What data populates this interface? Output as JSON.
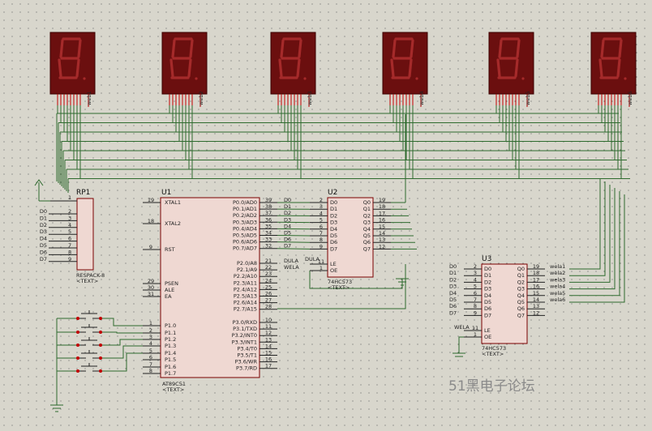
{
  "displays": [
    {
      "label": "web1"
    },
    {
      "label": "web2"
    },
    {
      "label": "web3"
    },
    {
      "label": "web4"
    },
    {
      "label": "web5"
    },
    {
      "label": "web6"
    }
  ],
  "resistor_pack": {
    "ref": "RP1",
    "value": "RESPACK-8",
    "text": "<TEXT>",
    "pin1": "1",
    "pins": [
      "2",
      "3",
      "4",
      "5",
      "6",
      "7",
      "8",
      "9"
    ],
    "nets": [
      "D0",
      "D1",
      "D2",
      "D3",
      "D4",
      "D5",
      "D6",
      "D7"
    ]
  },
  "mcu": {
    "ref": "U1",
    "value": "AT89C51",
    "text": "<TEXT>",
    "left_pins": [
      {
        "num": "19",
        "name": "XTAL1"
      },
      {
        "num": "18",
        "name": "XTAL2"
      },
      {
        "num": "9",
        "name": "RST"
      },
      {
        "num": "29",
        "name": "PSEN"
      },
      {
        "num": "30",
        "name": "ALE"
      },
      {
        "num": "31",
        "name": "EA"
      },
      {
        "num": "1",
        "name": "P1.0"
      },
      {
        "num": "2",
        "name": "P1.1"
      },
      {
        "num": "3",
        "name": "P1.2"
      },
      {
        "num": "4",
        "name": "P1.3"
      },
      {
        "num": "5",
        "name": "P1.4"
      },
      {
        "num": "6",
        "name": "P1.5"
      },
      {
        "num": "7",
        "name": "P1.6"
      },
      {
        "num": "8",
        "name": "P1.7"
      }
    ],
    "right_pins": [
      {
        "num": "39",
        "name": "P0.0/AD0",
        "net": "D0"
      },
      {
        "num": "38",
        "name": "P0.1/AD1",
        "net": "D1"
      },
      {
        "num": "37",
        "name": "P0.2/AD2",
        "net": "D2"
      },
      {
        "num": "36",
        "name": "P0.3/AD3",
        "net": "D3"
      },
      {
        "num": "35",
        "name": "P0.4/AD4",
        "net": "D4"
      },
      {
        "num": "34",
        "name": "P0.5/AD5",
        "net": "D5"
      },
      {
        "num": "33",
        "name": "P0.6/AD6",
        "net": "D6"
      },
      {
        "num": "32",
        "name": "P0.7/AD7",
        "net": "D7"
      },
      {
        "num": "21",
        "name": "P2.0/A8",
        "net": "DULA"
      },
      {
        "num": "22",
        "name": "P2.1/A9",
        "net": "WELA"
      },
      {
        "num": "23",
        "name": "P2.2/A10",
        "net": ""
      },
      {
        "num": "24",
        "name": "P2.3/A11",
        "net": ""
      },
      {
        "num": "25",
        "name": "P2.4/A12",
        "net": ""
      },
      {
        "num": "26",
        "name": "P2.5/A13",
        "net": ""
      },
      {
        "num": "27",
        "name": "P2.6/A14",
        "net": ""
      },
      {
        "num": "28",
        "name": "P2.7/A15",
        "net": ""
      },
      {
        "num": "10",
        "name": "P3.0/RXD",
        "net": ""
      },
      {
        "num": "11",
        "name": "P3.1/TXD",
        "net": ""
      },
      {
        "num": "12",
        "name": "P3.2/INT0",
        "net": ""
      },
      {
        "num": "13",
        "name": "P3.3/INT1",
        "net": ""
      },
      {
        "num": "14",
        "name": "P3.4/T0",
        "net": ""
      },
      {
        "num": "15",
        "name": "P3.5/T1",
        "net": ""
      },
      {
        "num": "16",
        "name": "P3.6/WR",
        "net": ""
      },
      {
        "num": "17",
        "name": "P3.7/RD",
        "net": ""
      }
    ]
  },
  "latch_u2": {
    "ref": "U2",
    "value": "74HC573",
    "text": "<TEXT>",
    "le_net": "DULA",
    "inputs": [
      {
        "num": "2",
        "name": "D0"
      },
      {
        "num": "3",
        "name": "D1"
      },
      {
        "num": "4",
        "name": "D2"
      },
      {
        "num": "5",
        "name": "D3"
      },
      {
        "num": "6",
        "name": "D4"
      },
      {
        "num": "7",
        "name": "D5"
      },
      {
        "num": "8",
        "name": "D6"
      },
      {
        "num": "9",
        "name": "D7"
      }
    ],
    "outputs": [
      {
        "num": "19",
        "name": "Q0"
      },
      {
        "num": "18",
        "name": "Q1"
      },
      {
        "num": "17",
        "name": "Q2"
      },
      {
        "num": "16",
        "name": "Q3"
      },
      {
        "num": "15",
        "name": "Q4"
      },
      {
        "num": "14",
        "name": "Q5"
      },
      {
        "num": "13",
        "name": "Q6"
      },
      {
        "num": "12",
        "name": "Q7"
      }
    ],
    "le": {
      "num": "11",
      "name": "LE"
    },
    "oe": {
      "num": "1",
      "name": "OE"
    }
  },
  "latch_u3": {
    "ref": "U3",
    "value": "74HC573",
    "text": "<TEXT>",
    "le_net": "WELA",
    "inputs": [
      {
        "num": "2",
        "name": "D0",
        "net": "D0"
      },
      {
        "num": "3",
        "name": "D1",
        "net": "D1"
      },
      {
        "num": "4",
        "name": "D2",
        "net": "D2"
      },
      {
        "num": "5",
        "name": "D3",
        "net": "D3"
      },
      {
        "num": "6",
        "name": "D4",
        "net": "D4"
      },
      {
        "num": "7",
        "name": "D5",
        "net": "D5"
      },
      {
        "num": "8",
        "name": "D6",
        "net": "D6"
      },
      {
        "num": "9",
        "name": "D7",
        "net": "D7"
      }
    ],
    "outputs": [
      {
        "num": "19",
        "name": "Q0",
        "net": "wela1"
      },
      {
        "num": "18",
        "name": "Q1",
        "net": "wela2"
      },
      {
        "num": "17",
        "name": "Q2",
        "net": "wela3"
      },
      {
        "num": "16",
        "name": "Q3",
        "net": "wela4"
      },
      {
        "num": "15",
        "name": "Q4",
        "net": "wela5"
      },
      {
        "num": "14",
        "name": "Q5",
        "net": "wela6"
      },
      {
        "num": "13",
        "name": "Q6",
        "net": ""
      },
      {
        "num": "12",
        "name": "Q7",
        "net": ""
      }
    ],
    "le": {
      "num": "11",
      "name": "LE"
    },
    "oe": {
      "num": "1",
      "name": "OE"
    }
  },
  "watermark": "51黑电子论坛",
  "colors": {
    "background": "#d8d6cc",
    "grid_dot": "#5a5a5a",
    "display_body": "#6b0f0f",
    "display_segment": "#8a1a1a",
    "chip_body": "#efd8d2",
    "chip_border": "#7a0000",
    "wire": "#2e6b2e",
    "pin_red": "#c00000",
    "text": "#111111"
  }
}
